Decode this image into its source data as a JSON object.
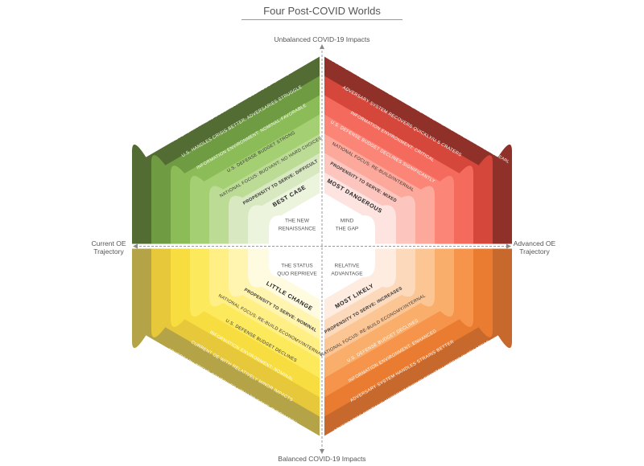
{
  "title": "Four Post-COVID Worlds",
  "axes": {
    "top": "Unbalanced COVID-19 Impacts",
    "bottom": "Balanced COVID-19 Impacts",
    "left": [
      "Current OE",
      "Trajectory"
    ],
    "right": [
      "Advanced OE",
      "Trajectory"
    ]
  },
  "quadrants": [
    {
      "id": "top-left",
      "center_label": [
        "THE NEW",
        "RENAISSANCE"
      ],
      "case_label": "BEST CASE",
      "colors": [
        "#ecf4de",
        "#d8e8c0",
        "#bcdc96",
        "#a4cf73",
        "#8cbc58",
        "#6f9b43",
        "#536c33"
      ],
      "bands": [
        "PROPENSITY TO SERVE: DIFFICULT",
        "NATIONAL FOCUS: BUOYANT; NO HARD CHOICES",
        "U.S. DEFENSE BUDGET STRONG",
        "INFORMATION ENVIRONMENT: NOMINAL-FAVORABLE",
        "U.S. HANDLES CRISIS BETTER; ADVERSARIES STRUGGLE",
        "ADVERSARY TREND DECLINES; MAY SEEK COOPERATION"
      ]
    },
    {
      "id": "top-right",
      "center_label": [
        "MIND",
        "THE GAP"
      ],
      "case_label": "MOST DANGEROUS",
      "colors": [
        "#fde4e0",
        "#fcc6bf",
        "#fca89b",
        "#fb8678",
        "#f46a5c",
        "#d4473a",
        "#8f3128"
      ],
      "bands": [
        "PROPENSITY TO SERVE: MIXED",
        "NATIONAL FOCUS: RE-BUILD/INTERNAL",
        "U.S. DEFENSE BUDGET DECLINES SIGNIFICANTLY",
        "INFORMATION ENVIRONMENT: CRITICAL",
        "ADVERSARY SYSTEM RECOVERS QUICKLY/U.S CRATERS",
        "ERSARIES DO NOT MAKE CHOICES AND CAN INCREASE MODERNIZATION/OVERMATCH COMES EARL"
      ]
    },
    {
      "id": "bottom-left",
      "center_label": [
        "THE STATUS",
        "QUO REPRIEVE"
      ],
      "case_label": "LITTLE CHANGE",
      "colors": [
        "#fffbe0",
        "#fff4b0",
        "#ffef84",
        "#fde95c",
        "#f8dd40",
        "#e6c83a",
        "#b5a447"
      ],
      "bands": [
        "PROPENSITY TO SERVE: NOMINAL",
        "NATIONAL FOCUS: RE-BUILD ECONOMY/INTERNAL",
        "U.S. DEFENSE BUDGET DECLINES",
        "INFORMATION ENVIRONMENT: NOMINAL",
        "CURRENT OE WITH RELATIVELY MINOR IMPACTS",
        "ADVERSARY TREND CONTINUES UPWARD/SOME OVERMATCH"
      ]
    },
    {
      "id": "bottom-right",
      "center_label": [
        "RELATIVE",
        "ADVANTAGE"
      ],
      "case_label": "MOST LIKELY",
      "colors": [
        "#fdecdf",
        "#fdd9bc",
        "#fcc594",
        "#f9ae6c",
        "#f5944a",
        "#ea7c32",
        "#c7682c"
      ],
      "bands": [
        "PROPENSITY TO SERVE: INCREASES",
        "NATIONAL FOCUS: RE-BUILD ECONOMY/INTERNAL",
        "U.S. DEFENSE BUDGET DECLINES",
        "INFORMATION ENVIRONMENT: ENHANCED",
        "ADVERSARY SYSTEM HANDLES STRAINS BETTER",
        "ADVERSARIES CONTINUE MODERNIZATION/OVERMATCH WIDENS IN KEY AREAS"
      ]
    }
  ]
}
